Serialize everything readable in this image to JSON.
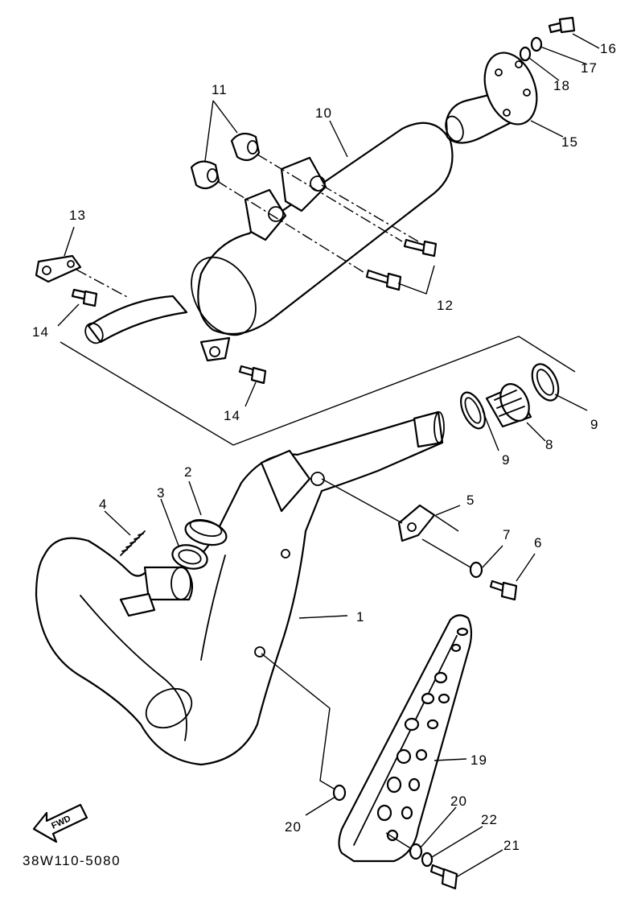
{
  "diagram_code": "38W110-5080",
  "fwd_label": "FWD",
  "callouts": {
    "c1": "1",
    "c2": "2",
    "c3": "3",
    "c4": "4",
    "c5": "5",
    "c6": "6",
    "c7": "7",
    "c8": "8",
    "c9a": "9",
    "c9b": "9",
    "c10": "10",
    "c11": "11",
    "c12": "12",
    "c13": "13",
    "c14a": "14",
    "c14b": "14",
    "c15": "15",
    "c16": "16",
    "c17": "17",
    "c18": "18",
    "c19": "19",
    "c20a": "20",
    "c20b": "20",
    "c21": "21",
    "c22": "22"
  }
}
